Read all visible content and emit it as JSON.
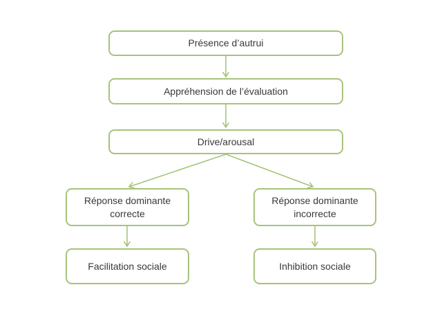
{
  "theme": {
    "accent_green": "#A6C37A",
    "text_color": "#383838",
    "background": "#FFFFFF"
  },
  "diagram": {
    "type": "flowchart",
    "nodes": {
      "presence": {
        "label": "Présence d’autrui"
      },
      "apprehension": {
        "label": "Appréhension de l’évaluation"
      },
      "drive": {
        "label": "Drive/arousal"
      },
      "resp_correct": {
        "label": "Réponse dominante correcte"
      },
      "resp_incorrect": {
        "label": "Réponse dominante incorrecte"
      },
      "facilitation": {
        "label": "Facilitation sociale"
      },
      "inhibition": {
        "label": "Inhibition sociale"
      }
    },
    "edges": [
      {
        "from": "presence",
        "to": "apprehension"
      },
      {
        "from": "apprehension",
        "to": "drive"
      },
      {
        "from": "drive",
        "to": "resp_correct"
      },
      {
        "from": "drive",
        "to": "resp_incorrect"
      },
      {
        "from": "resp_correct",
        "to": "facilitation"
      },
      {
        "from": "resp_incorrect",
        "to": "inhibition"
      }
    ]
  }
}
